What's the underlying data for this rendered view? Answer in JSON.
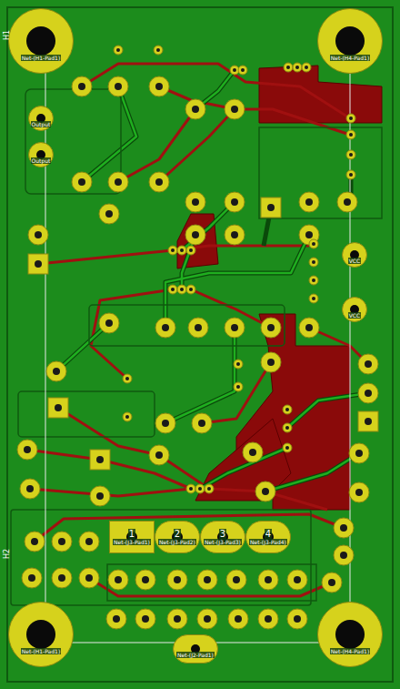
{
  "diagram": {
    "nodes": [
      {
        "text": [
          "Net-(H1-Pad1)"
        ]
      },
      {
        "text": [
          "Net-(H4-Pad1)"
        ]
      },
      {
        "text": [
          "Net-(H1-Pad1)"
        ]
      },
      {
        "text": [
          "Net-(H4-Pad1)"
        ]
      },
      {
        "text": [
          "Output"
        ]
      },
      {
        "text": [
          "Output"
        ]
      },
      {
        "text": [
          "VCC"
        ]
      },
      {
        "text": [
          "VCC"
        ]
      },
      {
        "text": [
          "1",
          "Net-(J3-Pad1)"
        ]
      },
      {
        "text": [
          "2",
          "Net-(J3-Pad2)"
        ]
      },
      {
        "text": [
          "3",
          "Net-(J3-Pad3)"
        ]
      },
      {
        "text": [
          "4",
          "Net-(J3-Pad4)"
        ]
      },
      {
        "text": [
          "Net-(J2-Pad1)"
        ]
      }
    ],
    "labels": [
      "H1",
      "H2"
    ]
  }
}
